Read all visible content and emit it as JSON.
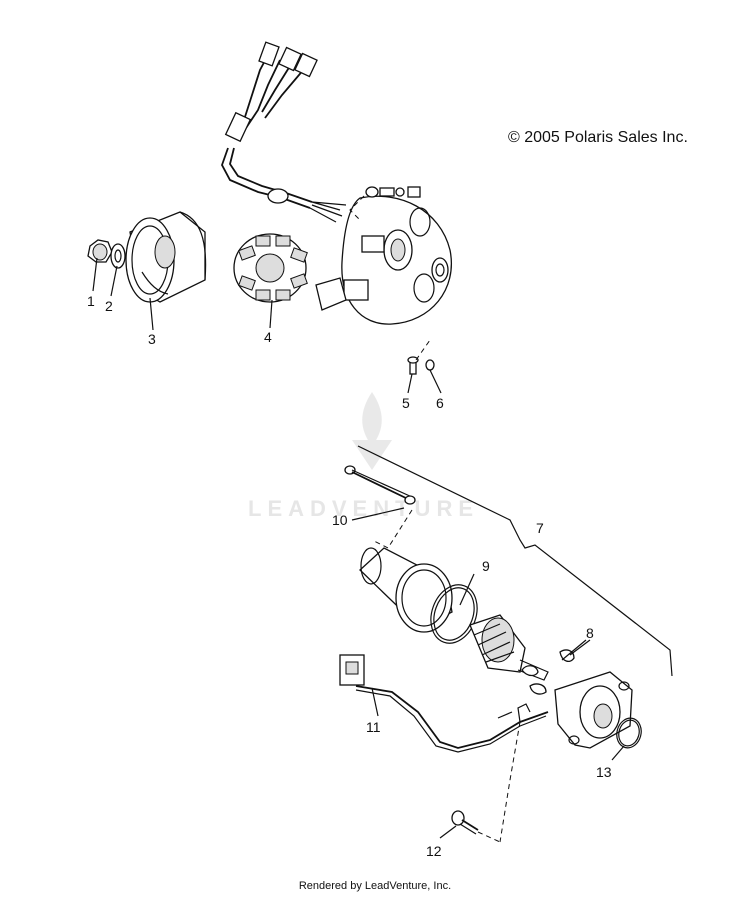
{
  "copyright": "© 2005 Polaris Sales Inc.",
  "watermark": "LEADVENTURE",
  "footer": "Rendered by LeadVenture, Inc.",
  "callouts": {
    "c1": "1",
    "c2": "2",
    "c3": "3",
    "c4": "4",
    "c5": "5",
    "c6": "6",
    "c7": "7",
    "c8": "8",
    "c9": "9",
    "c10": "10",
    "c11": "11",
    "c12": "12",
    "c13": "13"
  }
}
